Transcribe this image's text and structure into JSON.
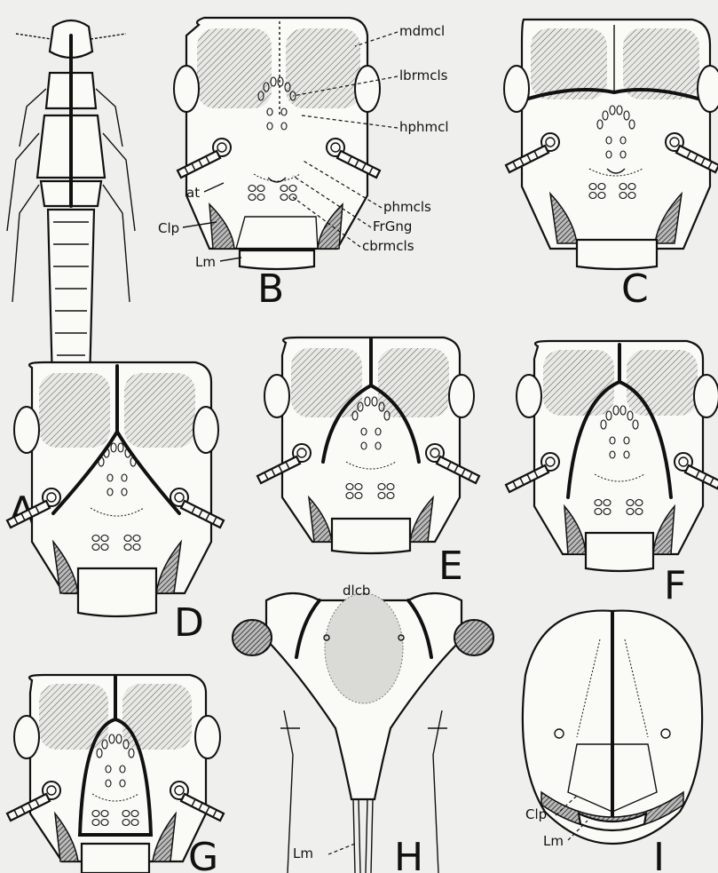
{
  "panels": {
    "A": "A",
    "B": "B",
    "C": "C",
    "D": "D",
    "E": "E",
    "F": "F",
    "G": "G",
    "H": "H",
    "I": "I"
  },
  "labels": {
    "mdmcl": "mdmcl",
    "lbrmcls": "lbrmcls",
    "hphmcl": "hphmcl",
    "phmcls": "phmcls",
    "FrGng": "FrGng",
    "cbrmcls": "cbrmcls",
    "at": "at",
    "Clp": "Clp",
    "Lm": "Lm",
    "dlcb": "dlcb",
    "Lm_H": "Lm",
    "Clp_I": "Clp",
    "Lm_I": "Lm"
  }
}
